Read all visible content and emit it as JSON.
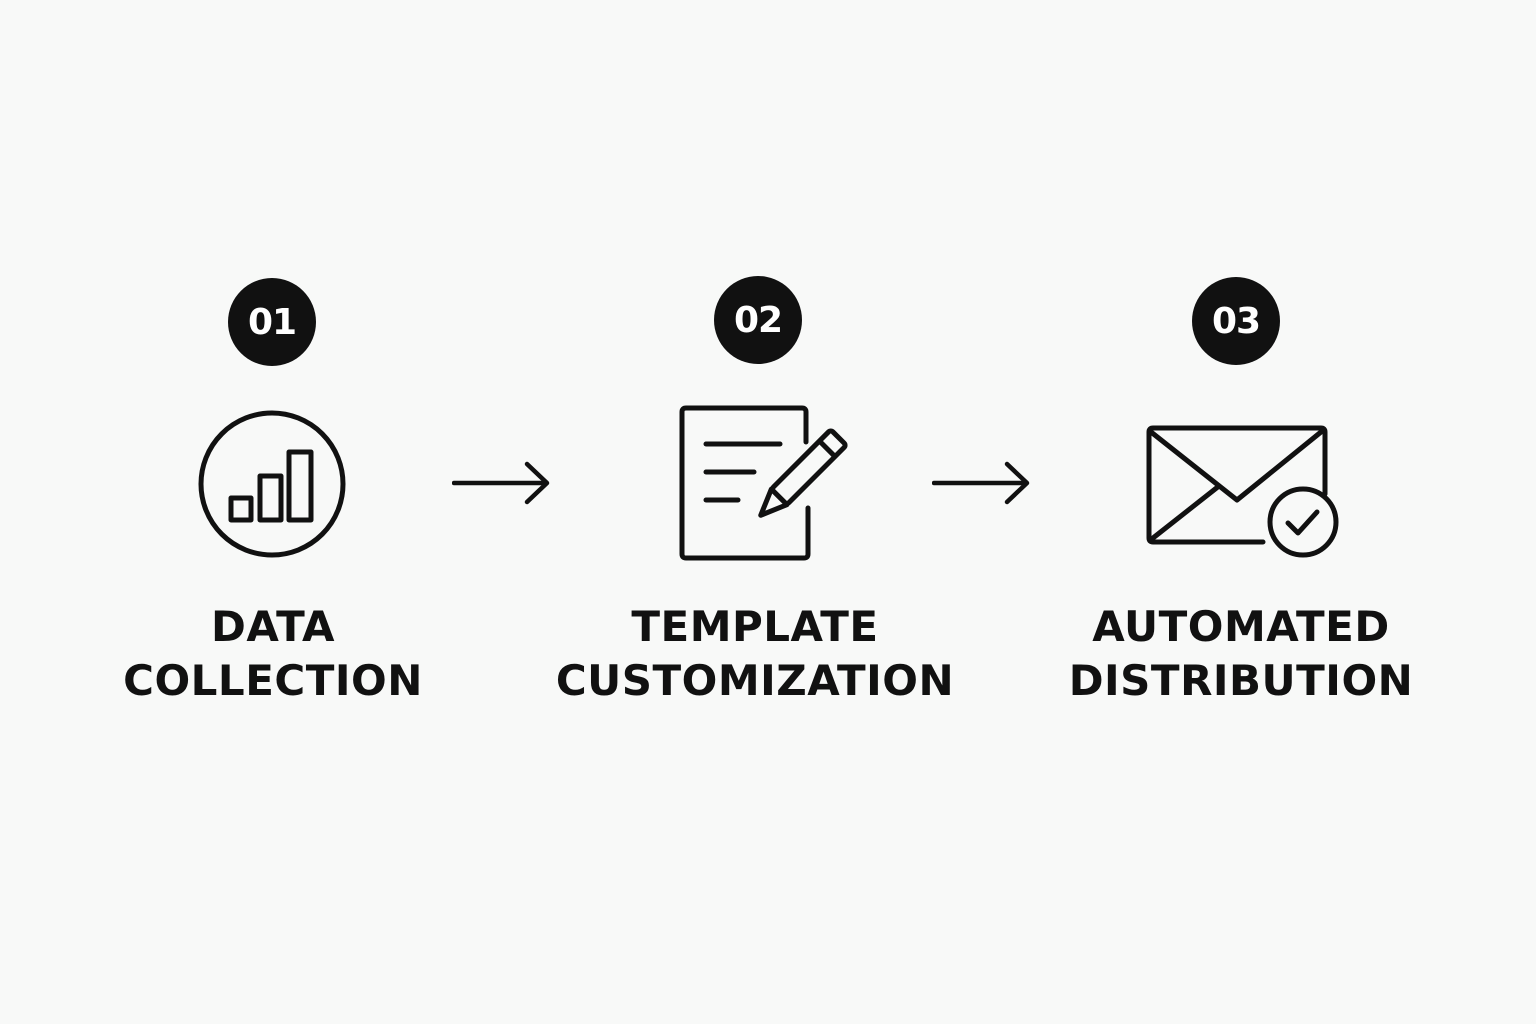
{
  "steps": [
    {
      "number": "01",
      "label_line1": "DATA",
      "label_line2": "COLLECTION",
      "icon": "bar-chart-circle-icon"
    },
    {
      "number": "02",
      "label_line1": "TEMPLATE",
      "label_line2": "CUSTOMIZATION",
      "icon": "document-edit-icon"
    },
    {
      "number": "03",
      "label_line1": "AUTOMATED",
      "label_line2": "DISTRIBUTION",
      "icon": "envelope-check-icon"
    }
  ],
  "connectors": [
    "arrow-right-icon",
    "arrow-right-icon"
  ],
  "colors": {
    "background": "#f8f9f8",
    "ink": "#111111",
    "badge_text": "#ffffff"
  }
}
